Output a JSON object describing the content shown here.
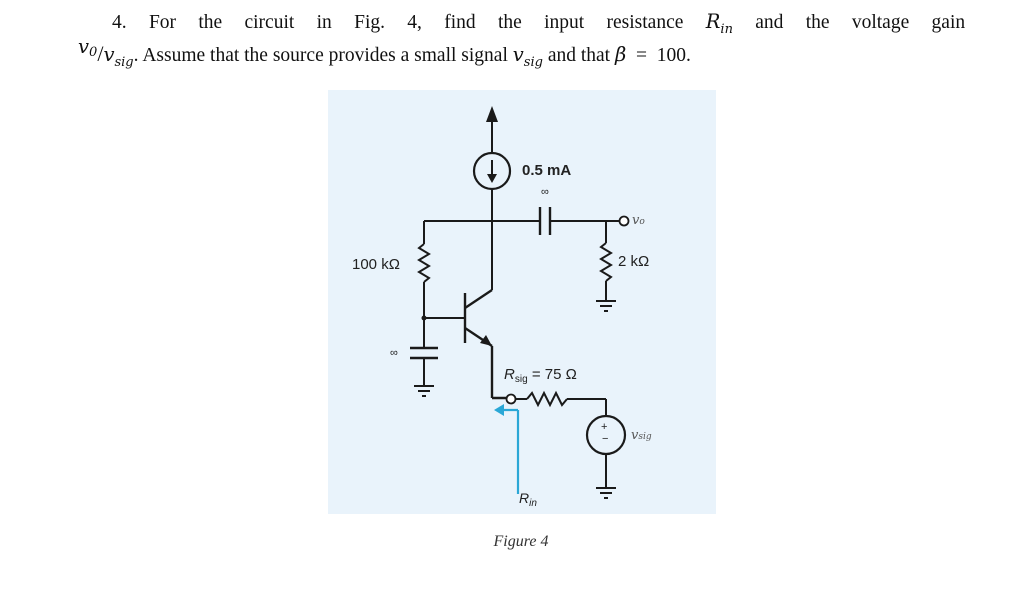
{
  "problem": {
    "number": "4.",
    "words": [
      "For",
      "the",
      "circuit",
      "in",
      "Fig.",
      "4,",
      "find",
      "the",
      "input",
      "resistance"
    ],
    "rin_symbol": "R",
    "rin_sub": "in",
    "and_the": "and the voltage gain",
    "vo_symbol": "v",
    "vo_sub": "0",
    "slash": "/",
    "vsig_symbol": "v",
    "vsig_sub": "sig",
    "period": ".",
    "sentence2_part1": "Assume that the source provides a small signal",
    "sentence2_part2": "and that",
    "beta_symbol": "β",
    "equals": "=",
    "beta_value": "100."
  },
  "figure": {
    "current_source_label": "0.5 mA",
    "cap_top_label": "∞",
    "output_label": "v",
    "output_label_sub": "o",
    "r_load_label": "2 kΩ",
    "r_bias_label": "100 kΩ",
    "cap_base_label": "∞",
    "rsig_label": "R",
    "rsig_sub": "sig",
    "rsig_value": "= 75 Ω",
    "source_plus": "+",
    "source_minus": "−",
    "vsig_label": "v",
    "vsig_label_sub": "sig",
    "rin_label": "R",
    "rin_label_sub": "in"
  },
  "caption": "Figure 4",
  "colors": {
    "figure_background": "#e9f3fb",
    "wire": "#1a1a1a",
    "rin_arrow": "#2aa7d6"
  }
}
